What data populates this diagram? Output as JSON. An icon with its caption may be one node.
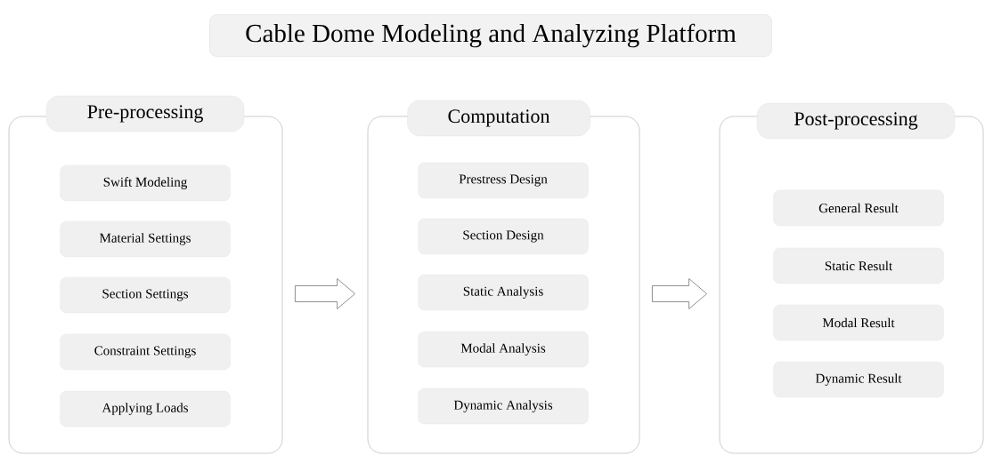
{
  "diagram": {
    "title": "Cable Dome Modeling and Analyzing Platform",
    "nodes": [
      {
        "text": [
          "Pre-processing"
        ]
      },
      {
        "text": [
          "Swift  Modeling"
        ],
        "in": 0
      },
      {
        "text": [
          "Material Settings"
        ],
        "in": 0
      },
      {
        "text": [
          "Section Settings"
        ],
        "in": 0
      },
      {
        "text": [
          "Constraint Settings"
        ],
        "in": 0
      },
      {
        "text": [
          "Applying Loads"
        ],
        "in": 0
      },
      {
        "text": [
          "Computation"
        ]
      },
      {
        "text": [
          "Prestress Design"
        ],
        "in": 6
      },
      {
        "text": [
          "Section Design"
        ],
        "in": 6
      },
      {
        "text": [
          "Static Analysis"
        ],
        "in": 6
      },
      {
        "text": [
          "Modal Analysis"
        ],
        "in": 6
      },
      {
        "text": [
          "Dynamic Analysis"
        ],
        "in": 6
      },
      {
        "text": [
          "Post-processing"
        ]
      },
      {
        "text": [
          "General Result"
        ],
        "in": 12
      },
      {
        "text": [
          "Static Result"
        ],
        "in": 12
      },
      {
        "text": [
          "Modal Result"
        ],
        "in": 12
      },
      {
        "text": [
          "Dynamic Result"
        ],
        "in": 12
      }
    ],
    "edges": [
      {
        "from": 0,
        "to": 6,
        "arrow": "to"
      },
      {
        "from": 6,
        "to": 12,
        "arrow": "to"
      }
    ]
  }
}
